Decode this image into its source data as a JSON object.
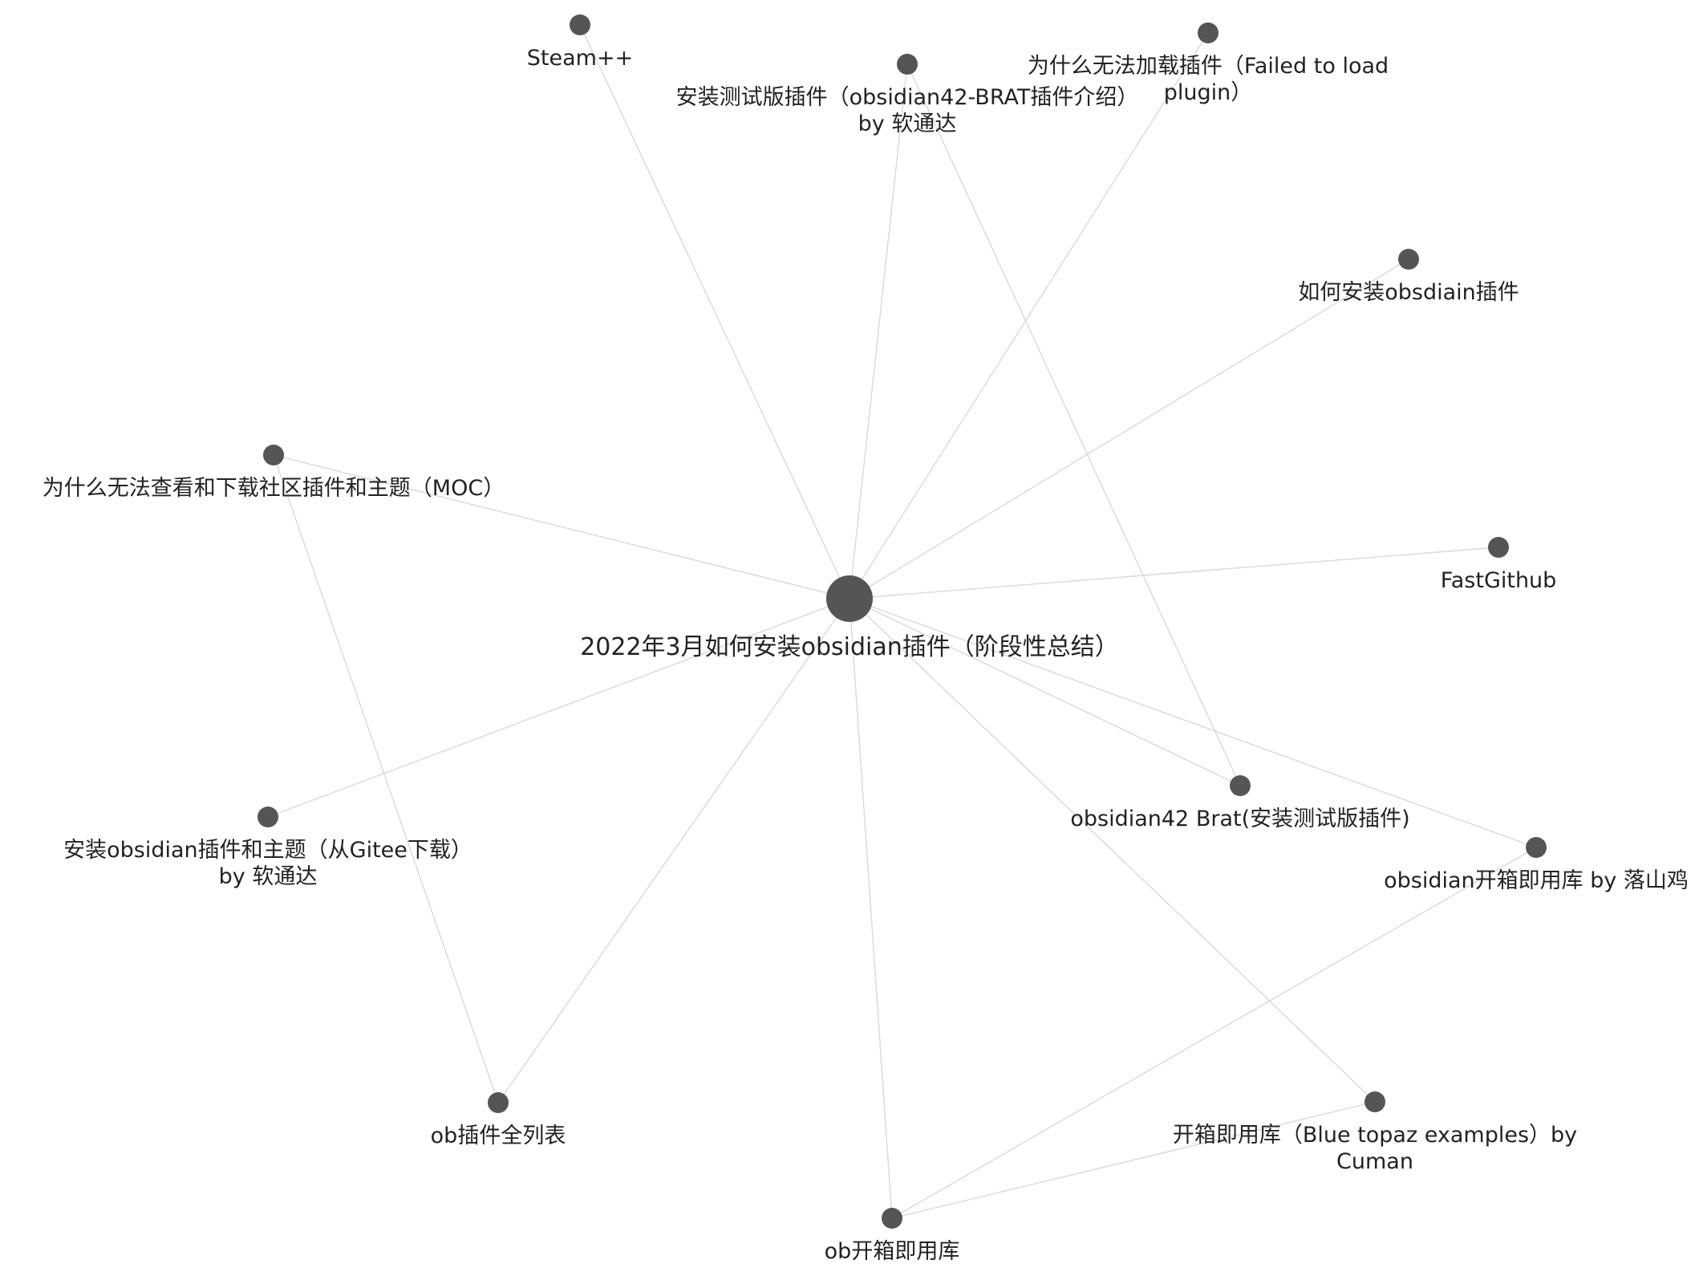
{
  "graph": {
    "accent": "#555555",
    "edge_color": "#d9d9d9",
    "nodes": [
      {
        "id": "center",
        "lines": [
          "2022年3月如何安装obsidian插件（阶段性总结）"
        ]
      },
      {
        "id": "steam",
        "lines": [
          "Steam++"
        ]
      },
      {
        "id": "brat-test",
        "lines": [
          "安装测试版插件（obsidian42-BRAT插件介绍）",
          "by 软通达"
        ]
      },
      {
        "id": "failed-load",
        "lines": [
          "为什么无法加载插件（Failed to load",
          "plugin）"
        ]
      },
      {
        "id": "how-install",
        "lines": [
          "如何安装obsdiain插件"
        ]
      },
      {
        "id": "moc",
        "lines": [
          "为什么无法查看和下载社区插件和主题（MOC）"
        ]
      },
      {
        "id": "fastgithub",
        "lines": [
          "FastGithub"
        ]
      },
      {
        "id": "gitee",
        "lines": [
          "安装obsidian插件和主题（从Gitee下载）",
          "by 软通达"
        ]
      },
      {
        "id": "brat",
        "lines": [
          "obsidian42 Brat(安装测试版插件)"
        ]
      },
      {
        "id": "luoshanji",
        "lines": [
          "obsidian开箱即用库 by 落山鸡"
        ]
      },
      {
        "id": "plugin-list",
        "lines": [
          "ob插件全列表"
        ]
      },
      {
        "id": "blue-topaz",
        "lines": [
          "开箱即用库（Blue topaz examples）by",
          "Cuman"
        ]
      },
      {
        "id": "ob-vault",
        "lines": [
          "ob开箱即用库"
        ]
      }
    ]
  }
}
